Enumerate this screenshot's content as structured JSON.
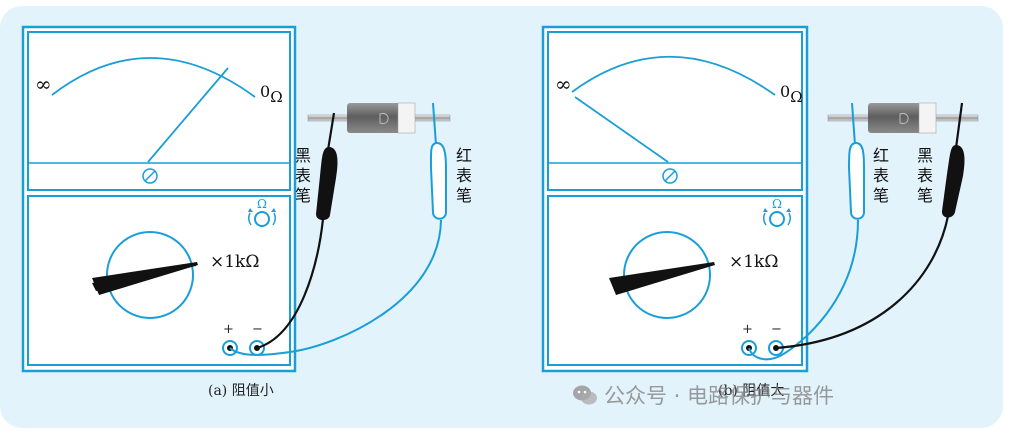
{
  "diagrams": [
    {
      "caption": "(a) 阻值小",
      "range_label": "×1kΩ",
      "symbols": {
        "infinity": "∞",
        "zero": "0",
        "ohm": "Ω",
        "knob_ohm": "Ω",
        "plus": "+",
        "minus": "−"
      },
      "probes": {
        "black_label": "黑\n表\n笔",
        "red_label": "红\n表\n笔"
      },
      "needle_position": "near 0Ω"
    },
    {
      "caption": "(b) 阻值大",
      "range_label": "×1kΩ",
      "symbols": {
        "infinity": "∞",
        "zero": "0",
        "ohm": "Ω",
        "knob_ohm": "Ω",
        "plus": "+",
        "minus": "−"
      },
      "probes": {
        "red_label": "红\n表\n笔",
        "black_label": "黑\n表\n笔"
      },
      "needle_position": "near ∞"
    }
  ],
  "watermark": {
    "text": "公众号 · 电路保护与器件",
    "icon": "wechat-icon"
  },
  "colors": {
    "panel": "#e2f3fc",
    "meter_blue": "#1a9ed8",
    "probe_black": "#111111",
    "diode_body": "#707070"
  }
}
